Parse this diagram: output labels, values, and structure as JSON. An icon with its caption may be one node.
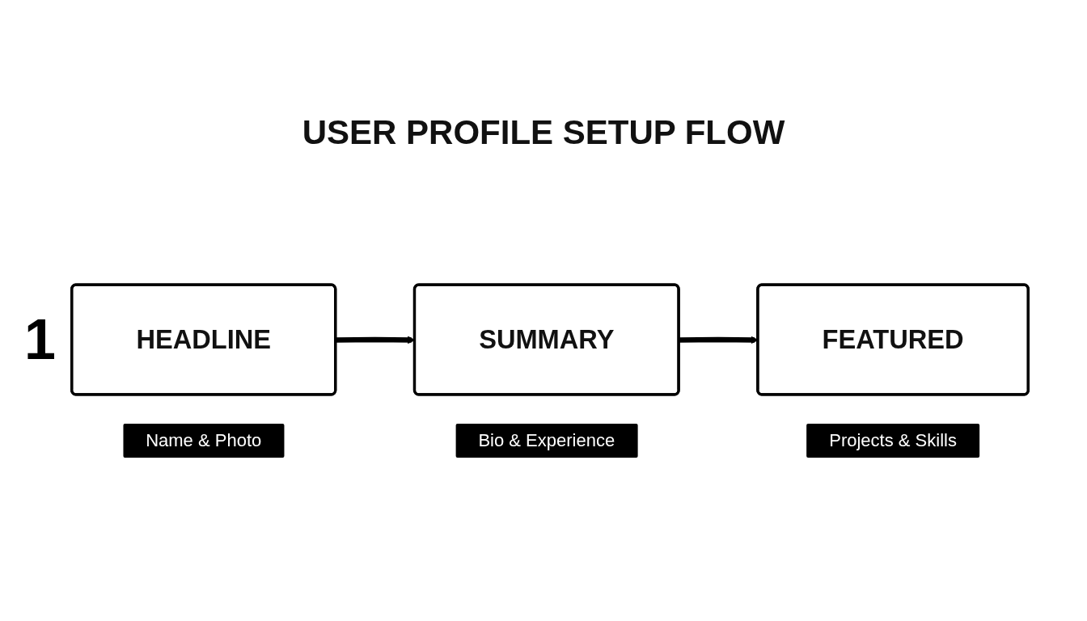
{
  "diagram": {
    "title": "USER PROFILE SETUP FLOW",
    "nodes": [
      {
        "text": [
          "HEADLINE"
        ],
        "beside": [
          "Name & Photo"
        ]
      },
      {
        "text": [
          "SUMMARY"
        ],
        "beside": [
          "Bio & Experience"
        ]
      },
      {
        "text": [
          "FEATURED"
        ],
        "beside": [
          "Projects & Skills"
        ]
      }
    ],
    "edges": [
      {
        "from": 0,
        "to": 1,
        "arrow": "to"
      },
      {
        "from": 1,
        "to": 2,
        "arrow": "to"
      }
    ],
    "labels": [
      "1"
    ]
  }
}
